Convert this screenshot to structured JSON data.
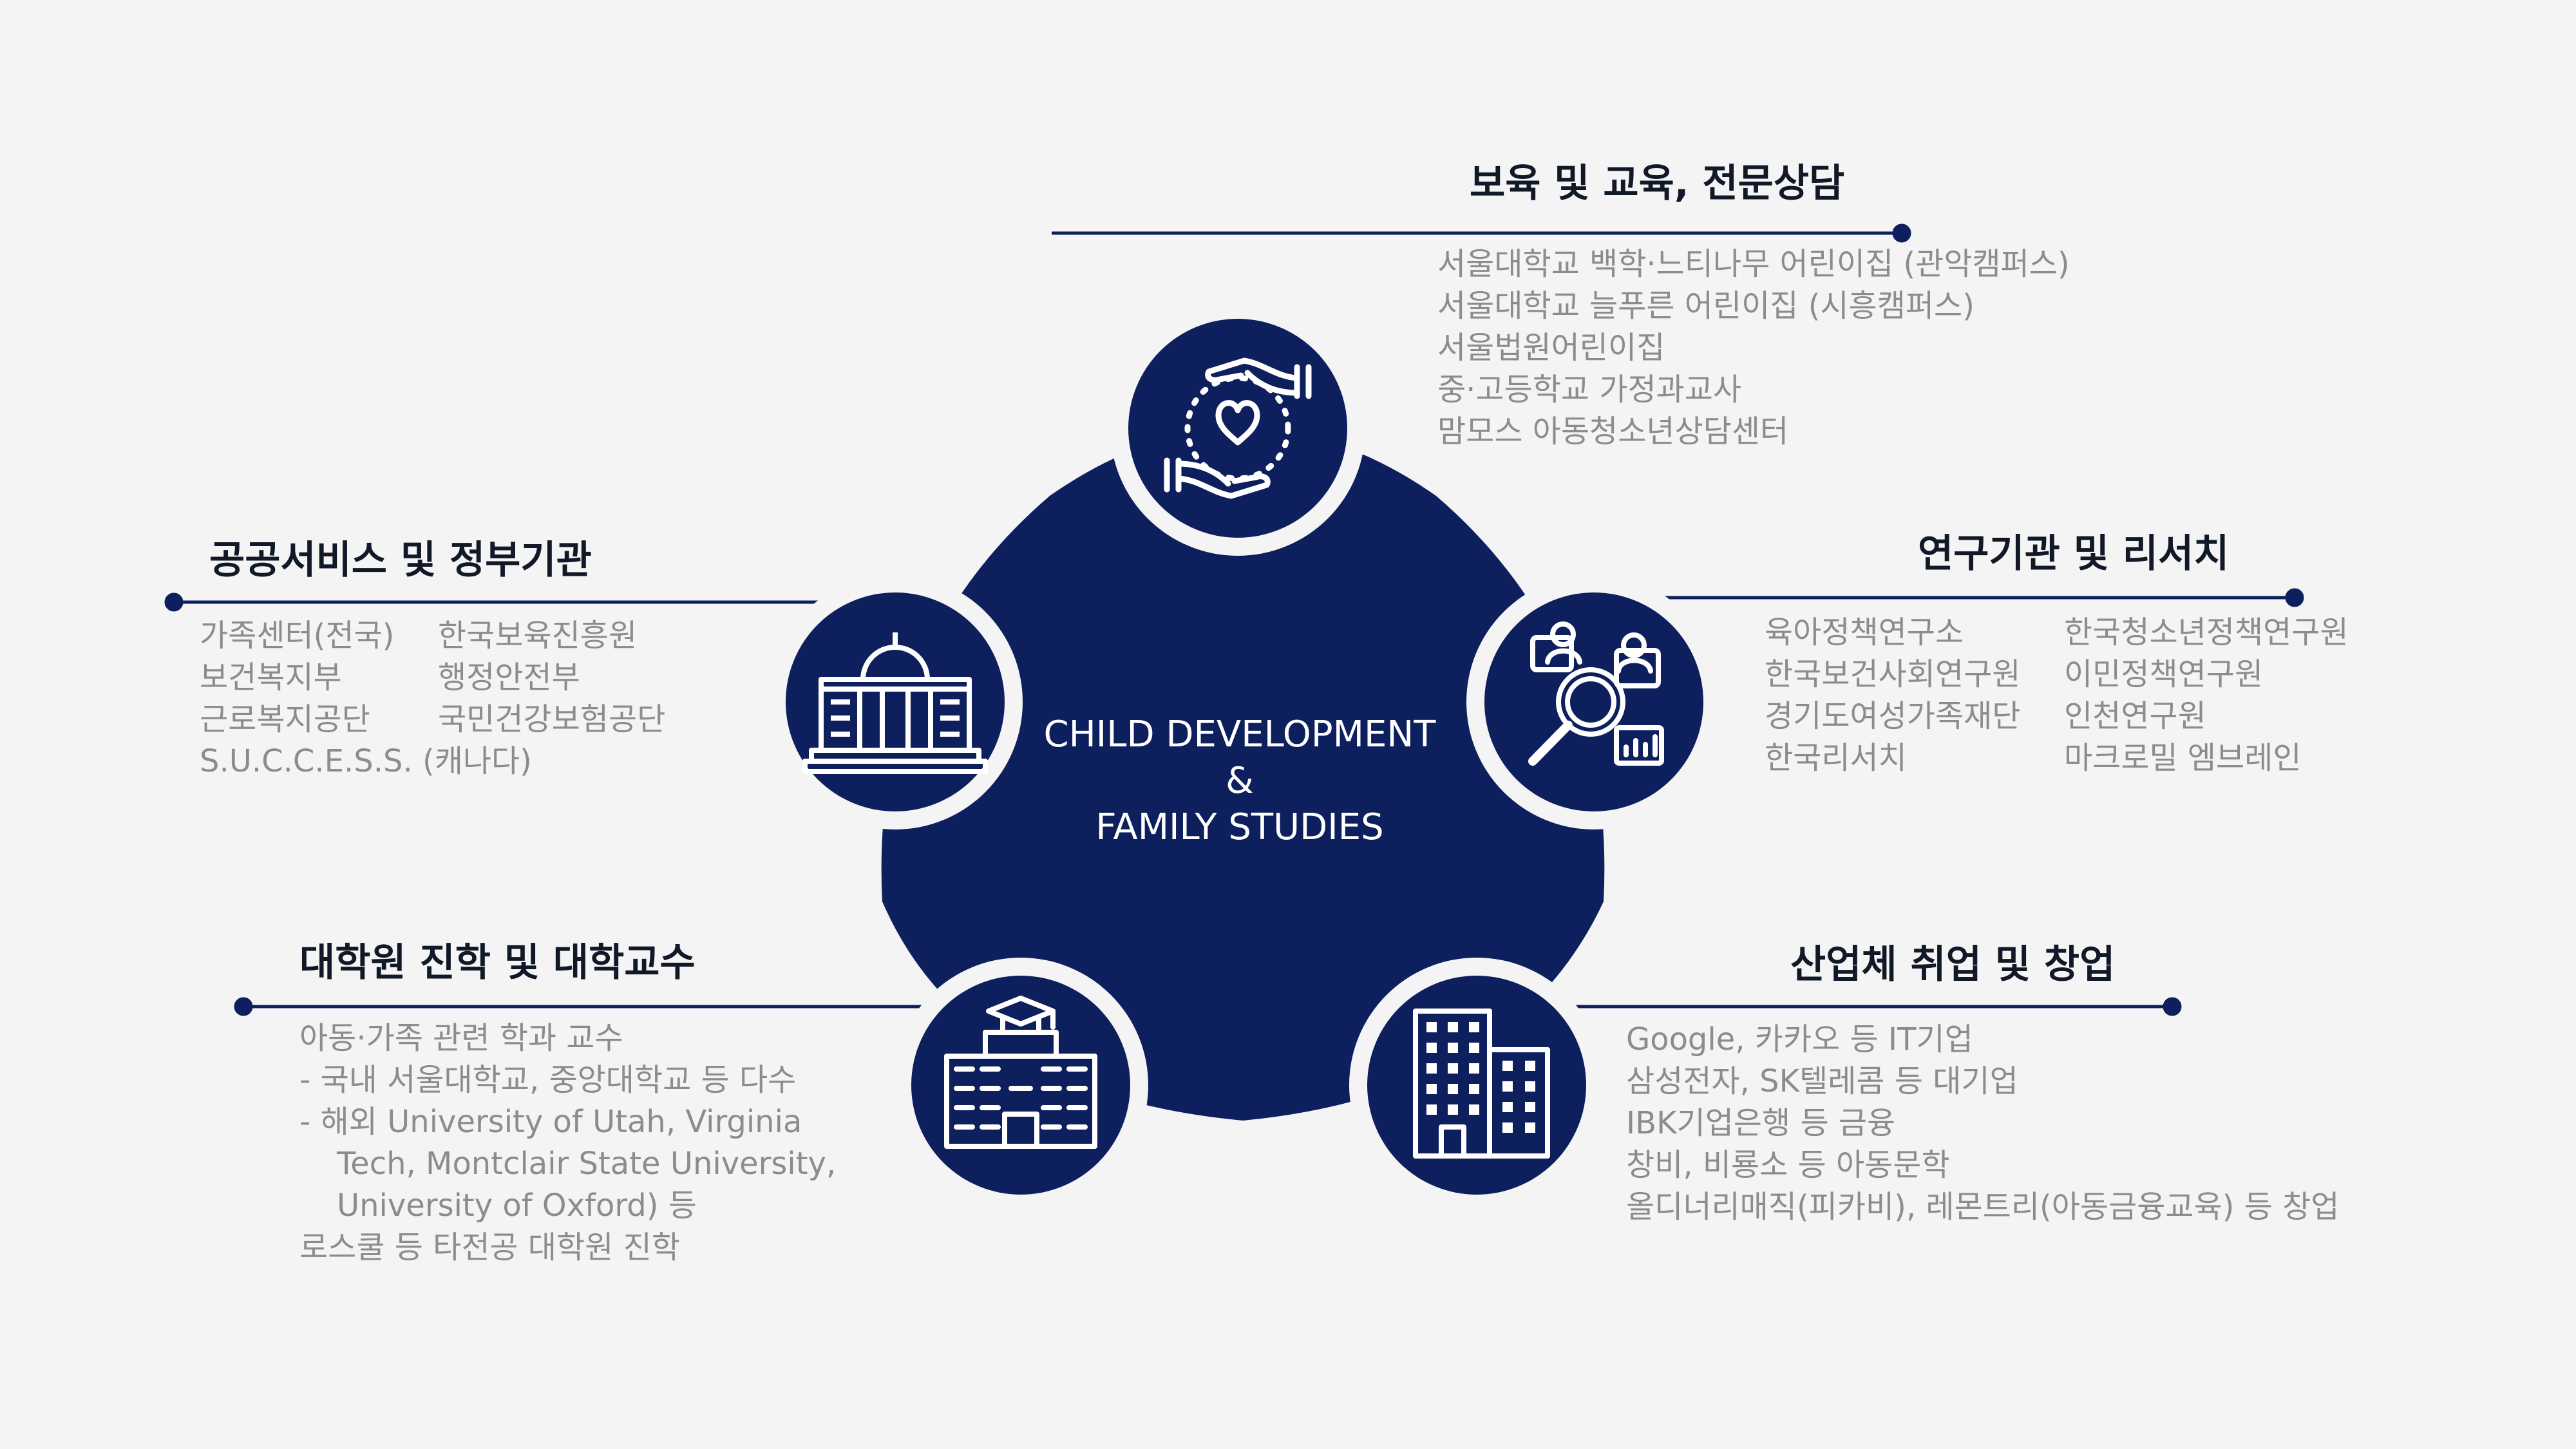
{
  "colors": {
    "navy": "#0d1f5c",
    "ring": "#f4f4f4",
    "heading_text": "#111827",
    "body_text": "#8c8c8c",
    "background": "#f4f4f4"
  },
  "center": {
    "line1": "CHILD DEVELOPMENT",
    "line2": "&",
    "line3": "FAMILY STUDIES"
  },
  "icons": {
    "top": "hands-heart-icon",
    "left": "government-building-icon",
    "right": "research-magnifier-icon",
    "bottom_left": "university-building-icon",
    "bottom_right": "office-building-icon"
  },
  "categories": {
    "childcare": {
      "title": "보육 및 교육, 전문상담",
      "items": [
        "서울대학교 백학·느티나무 어린이집 (관악캠퍼스)",
        "서울대학교 늘푸른 어린이집 (시흥캠퍼스)",
        "서울법원어린이집",
        "중·고등학교 가정과교사",
        "맘모스 아동청소년상담센터"
      ]
    },
    "public": {
      "title": "공공서비스 및 정부기관",
      "col1": [
        "가족센터(전국)",
        "보건복지부",
        "근로복지공단"
      ],
      "col2": [
        "한국보육진흥원",
        "행정안전부",
        "국민건강보험공단"
      ],
      "last": "S.U.C.C.E.S.S. (캐나다)"
    },
    "research": {
      "title": "연구기관 및 리서치",
      "col1": [
        "육아정책연구소",
        "한국보건사회연구원",
        "경기도여성가족재단",
        "한국리서치"
      ],
      "col2": [
        "한국청소년정책연구원",
        "이민정책연구원",
        "인천연구원",
        "마크로밀 엠브레인"
      ]
    },
    "graduate": {
      "title": "대학원 진학 및 대학교수",
      "line1": "아동·가족 관련 학과 교수",
      "line2": "-   국내 서울대학교, 중앙대학교 등 다수",
      "line3": "-   해외 University of Utah, Virginia",
      "line4": "Tech, Montclair State University,",
      "line5": "University of Oxford) 등",
      "line6": "로스쿨 등 타전공 대학원 진학"
    },
    "industry": {
      "title": "산업체 취업 및 창업",
      "items": [
        "Google, 카카오 등 IT기업",
        "삼성전자, SK텔레콤 등 대기업",
        "IBK기업은행 등 금융",
        "창비, 비룡소 등 아동문학",
        "올디너리매직(피카비), 레몬트리(아동금융교육) 등 창업"
      ]
    }
  }
}
